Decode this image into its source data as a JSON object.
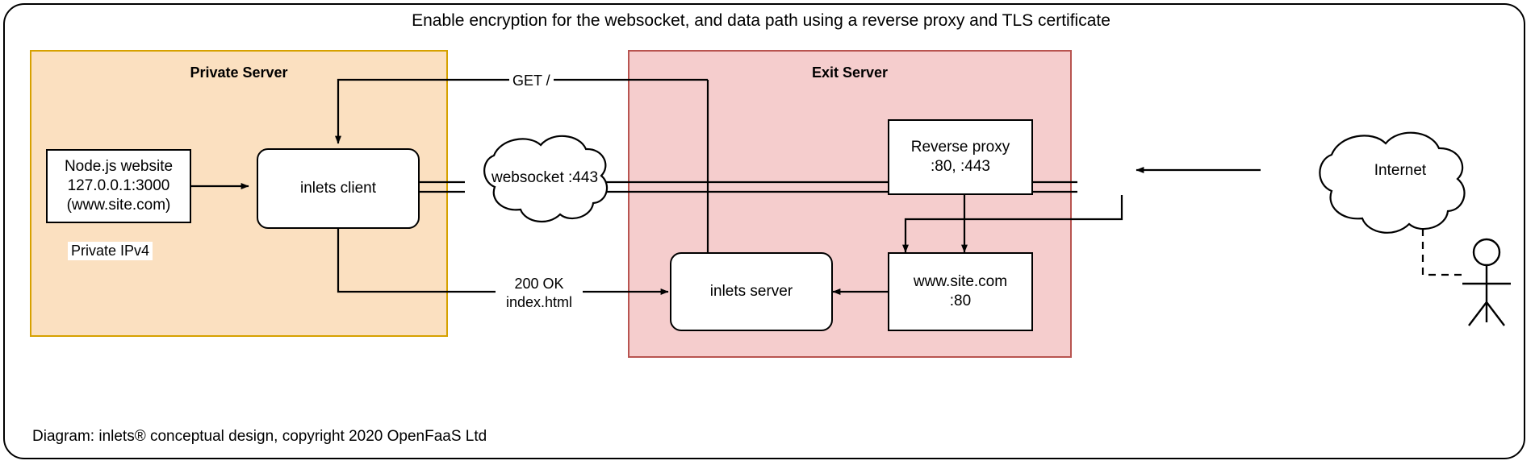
{
  "diagram": {
    "title": "Enable encryption for the websocket, and data path using a reverse proxy and TLS certificate",
    "caption": "Diagram: inlets® conceptual design, copyright 2020 OpenFaaS Ltd",
    "colors": {
      "private_zone_fill": "#fbe0c0",
      "private_zone_border": "#d6a100",
      "exit_zone_fill": "#f5cdcd",
      "exit_zone_border": "#b85450",
      "node_fill": "#ffffff",
      "stroke": "#000000"
    },
    "zones": [
      {
        "id": "private",
        "label": "Private Server"
      },
      {
        "id": "exit",
        "label": "Exit Server"
      }
    ],
    "nodes": [
      {
        "id": "nodejs",
        "lines": [
          "Node.js website",
          "127.0.0.1:3000",
          "(www.site.com)"
        ],
        "shape": "rect"
      },
      {
        "id": "inlets_client",
        "lines": [
          "inlets client"
        ],
        "shape": "rounded"
      },
      {
        "id": "reverse_proxy",
        "lines": [
          "Reverse proxy",
          ":80, :443"
        ],
        "shape": "rect"
      },
      {
        "id": "inlets_server",
        "lines": [
          "inlets server"
        ],
        "shape": "rounded"
      },
      {
        "id": "site",
        "lines": [
          "www.site.com",
          ":80"
        ],
        "shape": "rect"
      },
      {
        "id": "websocket_cloud",
        "lines": [
          "websocket",
          ":443"
        ],
        "shape": "cloud"
      },
      {
        "id": "internet_cloud",
        "lines": [
          "Internet"
        ],
        "shape": "cloud"
      },
      {
        "id": "actor",
        "lines": [
          ""
        ],
        "shape": "stick-figure"
      }
    ],
    "annotations": {
      "private_ipv4": "Private IPv4",
      "get_root": "GET /",
      "response_line1": "200 OK",
      "response_line2": "index.html"
    }
  }
}
